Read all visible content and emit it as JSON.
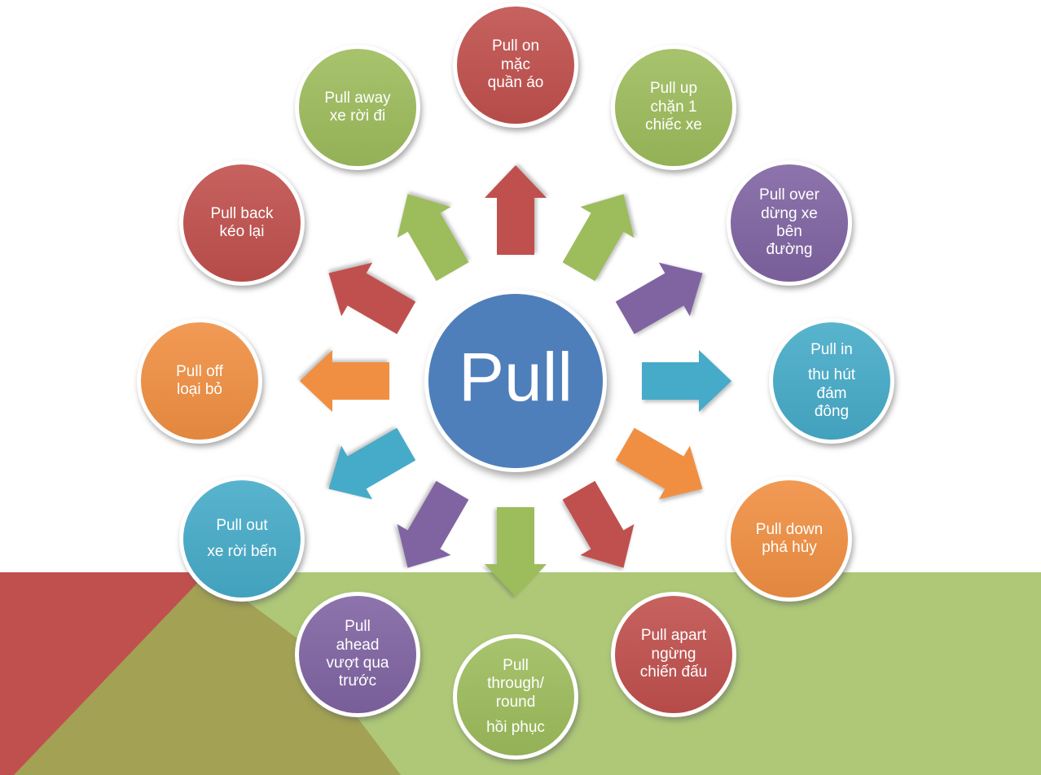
{
  "diagram": {
    "center_label": "Pull",
    "center_color": "#4e7fba"
  },
  "background": {
    "page": "#ffffff",
    "band_green": "#aec878",
    "red_wedge": "#c0504d",
    "olive_wedge": "#a2a154"
  },
  "bubbles": [
    {
      "id": "pull-on",
      "en": "Pull on",
      "vi": "mặc\nquần áo",
      "color": "#c0504d",
      "angle": -90,
      "gap": false
    },
    {
      "id": "pull-up",
      "en": "Pull up",
      "vi": "chặn 1\nchiếc xe",
      "color": "#9dbc5c",
      "angle": -60,
      "gap": false
    },
    {
      "id": "pull-over",
      "en": "Pull over",
      "vi": "dừng xe\nbên\nđường",
      "color": "#8064a2",
      "angle": -30,
      "gap": false
    },
    {
      "id": "pull-in",
      "en": "Pull in",
      "vi": "thu hút\nđám\nđông",
      "color": "#46abc8",
      "angle": 0,
      "gap": true
    },
    {
      "id": "pull-down",
      "en": "Pull down",
      "vi": "phá hủy",
      "color": "#f08f42",
      "angle": 30,
      "gap": false
    },
    {
      "id": "pull-apart",
      "en": "Pull apart",
      "vi": "ngừng\nchiến đấu",
      "color": "#c0504d",
      "angle": 60,
      "gap": false
    },
    {
      "id": "pull-through-round",
      "en": "Pull\nthrough/\nround",
      "vi": "hồi phục",
      "color": "#9dbc5c",
      "angle": 90,
      "gap": true
    },
    {
      "id": "pull-ahead",
      "en": "Pull\nahead",
      "vi": "vượt qua\ntrước",
      "color": "#8064a2",
      "angle": 120,
      "gap": false
    },
    {
      "id": "pull-out",
      "en": "Pull out",
      "vi": "xe rời bến",
      "color": "#46abc8",
      "angle": 150,
      "gap": true
    },
    {
      "id": "pull-off",
      "en": "Pull off",
      "vi": "loại bỏ",
      "color": "#f08f42",
      "angle": 180,
      "gap": false
    },
    {
      "id": "pull-back",
      "en": "Pull back",
      "vi": "kéo lại",
      "color": "#c0504d",
      "angle": 210,
      "gap": false
    },
    {
      "id": "pull-away",
      "en": "Pull away",
      "vi": "xe rời đi",
      "color": "#9dbc5c",
      "angle": 240,
      "gap": false
    }
  ]
}
